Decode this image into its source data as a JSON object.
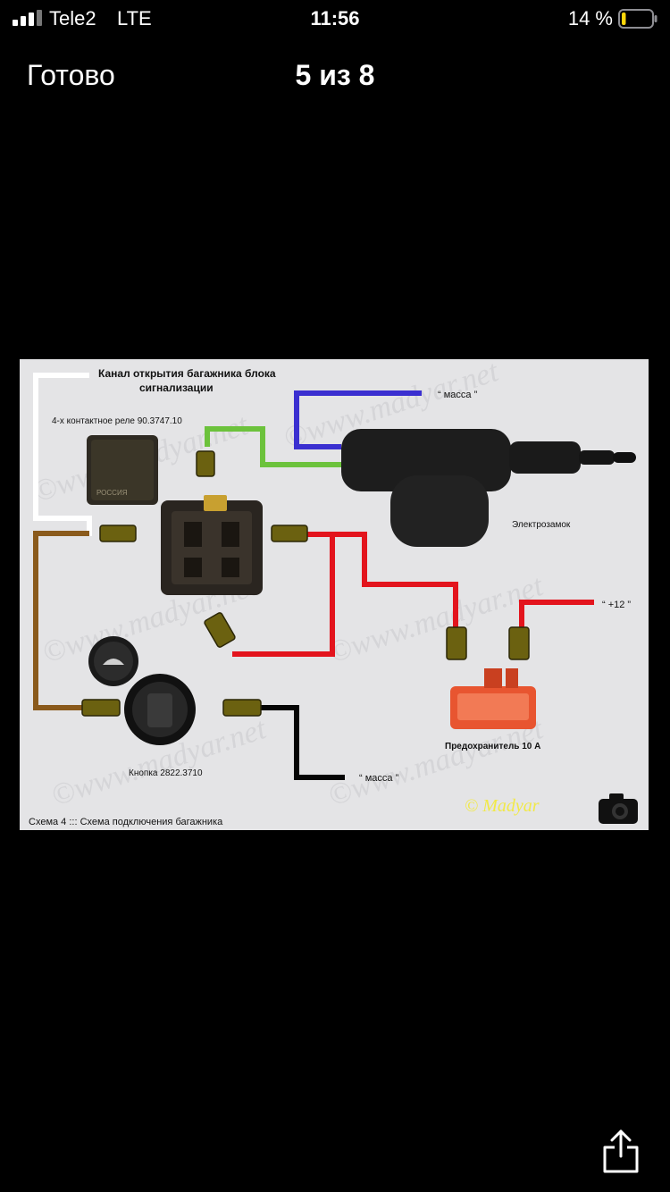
{
  "status_bar": {
    "carrier": "Tele2",
    "network": "LTE",
    "time": "11:56",
    "battery_percent": "14 %",
    "battery_level": 0.14,
    "battery_color": "#ffd60a"
  },
  "nav": {
    "done_label": "Готово",
    "title": "5 из 8"
  },
  "photo": {
    "labels": {
      "channel_line1": "Канал открытия багажника блока",
      "channel_line2": "сигнализации",
      "relay": "4-х контактное реле 90.3747.10",
      "ground_top": "“ масса ”",
      "lock": "Электрозамок",
      "plus12": "“ +12 ”",
      "fuse": "Предохранитель 10 А",
      "button": "Кнопка 2822.3710",
      "ground_bottom": "“ масса ”",
      "caption": "Схема 4  :::  Схема подключения багажника",
      "watermark": "© Madyar",
      "relay_stamp": "РОССИЯ"
    },
    "wire_colors": {
      "white": "#ffffff",
      "brown": "#8a5a1c",
      "blue": "#3a2fd0",
      "green": "#6cc23c",
      "red": "#e3141d",
      "black": "#050505"
    }
  },
  "toolbar": {
    "share_icon": "share-icon"
  }
}
